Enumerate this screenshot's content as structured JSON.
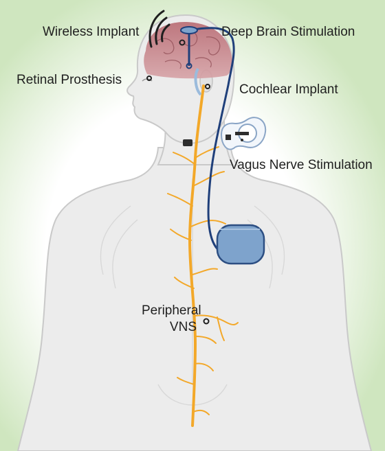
{
  "labels": {
    "wireless_implant": "Wireless Implant",
    "deep_brain_stimulation": "Deep Brain Stimulation",
    "retinal_prosthesis": "Retinal Prosthesis",
    "cochlear_implant": "Cochlear Implant",
    "vagus_nerve_stimulation": "Vagus Nerve Stimulation",
    "peripheral_vns_line1": "Peripheral",
    "peripheral_vns_line2": "VNS"
  },
  "colors": {
    "background_glow": "#cfe6bf",
    "body_fill": "#ececec",
    "body_outline": "#c9c9c9",
    "brain": "#a85e66",
    "nerve": "#f3a829",
    "lead_wire": "#1f3f7a",
    "device_fill": "#7ea3cc",
    "device_outline": "#2c4e82",
    "text": "#1f1f1f"
  },
  "icons": {
    "wireless": "wireless-signal-icon",
    "pulse_generator": "implanted-pulse-generator-icon",
    "vns_device": "vns-stimulator-icon"
  }
}
